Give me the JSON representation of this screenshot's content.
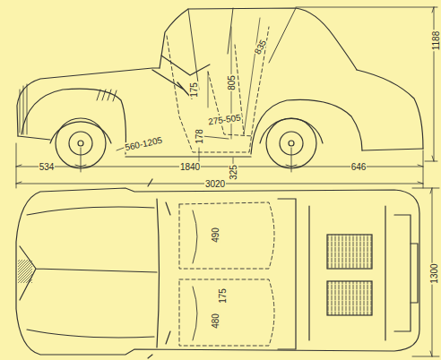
{
  "diagram": {
    "labels": [
      "805",
      "835",
      "1188",
      "175",
      "560-1205",
      "275-505",
      "178",
      "325",
      "534",
      "1840",
      "646",
      "3020",
      "490",
      "175",
      "480",
      "1300"
    ]
  }
}
